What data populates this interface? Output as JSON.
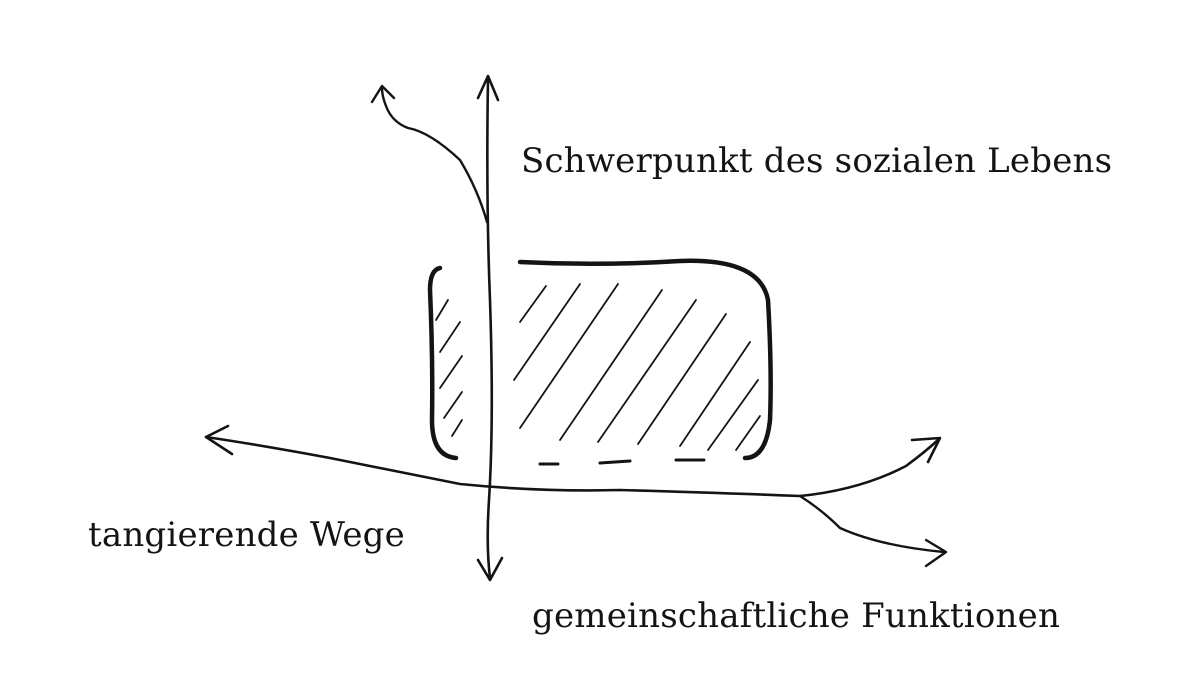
{
  "labels": {
    "center_of_social_life": "Schwerpunkt des sozialen Lebens",
    "tangent_paths": "tangierende Wege",
    "communal_functions": "gemeinschaftliche Funktionen"
  },
  "colors": {
    "ink": "#141414",
    "background": "#ffffff"
  }
}
